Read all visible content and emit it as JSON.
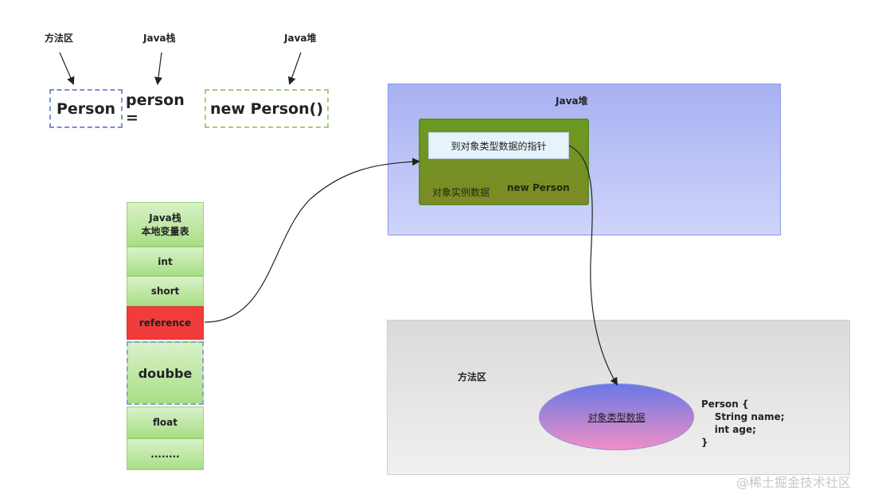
{
  "top": {
    "label_method_area": "方法区",
    "label_java_stack": "Java栈",
    "label_java_heap": "Java堆",
    "type_text": "Person",
    "var_text": "person =",
    "new_text": "new Person()"
  },
  "stack": {
    "header_line1": "Java栈",
    "header_line2": "本地变量表",
    "cells": [
      "int",
      "short",
      "reference",
      "doubbe",
      "float",
      "........"
    ]
  },
  "heap": {
    "title": "Java堆",
    "pointer_label": "到对象类型数据的指针",
    "instance_label": "对象实例数据",
    "new_person_label": "new Person"
  },
  "method_area": {
    "title": "方法区",
    "type_data_label": "对象类型数据",
    "code_lines": [
      "Person {",
      "    String name;",
      "    int age;",
      "}"
    ]
  },
  "watermark": "@稀土掘金技术社区",
  "colors": {
    "stack_green": "#a8de86",
    "reference_red": "#f13c3c",
    "heap_blue": "#a8b1f2",
    "object_green": "#6a9a22",
    "method_gray": "#dcdad9"
  }
}
